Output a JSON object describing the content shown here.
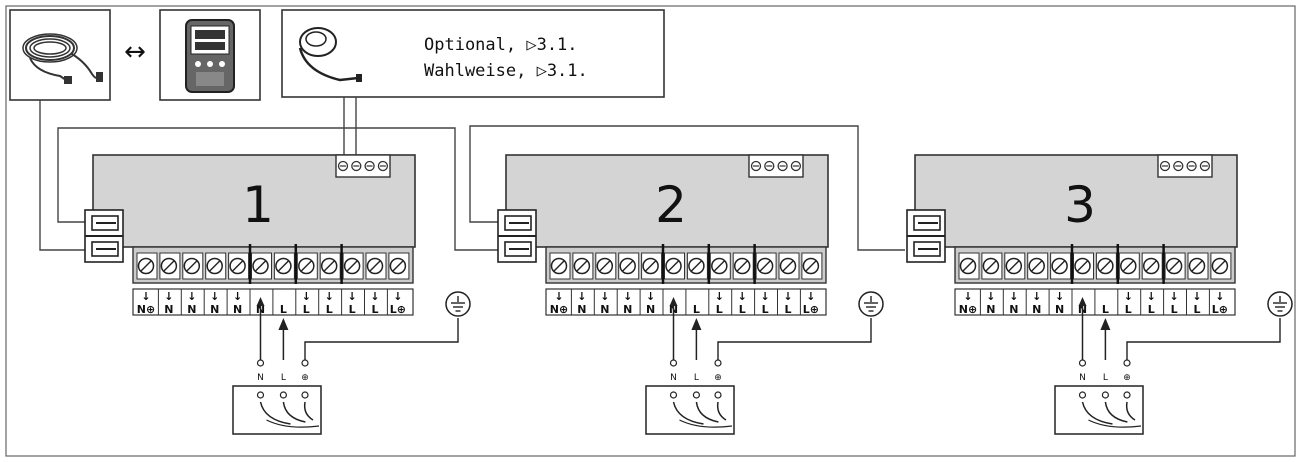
{
  "optional": {
    "line1": "Optional, ▷3.1.",
    "line2": "Wahlweise, ▷3.1."
  },
  "arrow_symbol": "↔",
  "units": [
    {
      "number": "1",
      "terminals": [
        "N⊕",
        "N",
        "N",
        "N",
        "N",
        "N",
        "L",
        "L",
        "L",
        "L",
        "L",
        "L⊕"
      ],
      "supply": [
        "N",
        "L",
        "⊕"
      ]
    },
    {
      "number": "2",
      "terminals": [
        "N⊕",
        "N",
        "N",
        "N",
        "N",
        "N",
        "L",
        "L",
        "L",
        "L",
        "L",
        "L⊕"
      ],
      "supply": [
        "N",
        "L",
        "⊕"
      ]
    },
    {
      "number": "3",
      "terminals": [
        "N⊕",
        "N",
        "N",
        "N",
        "N",
        "N",
        "L",
        "L",
        "L",
        "L",
        "L",
        "L⊕"
      ],
      "supply": [
        "N",
        "L",
        "⊕"
      ]
    }
  ],
  "icons": [
    "cable-coil-icon",
    "control-panel-icon",
    "sensor-icon",
    "ground-symbol-icon",
    "power-cable-icon"
  ]
}
